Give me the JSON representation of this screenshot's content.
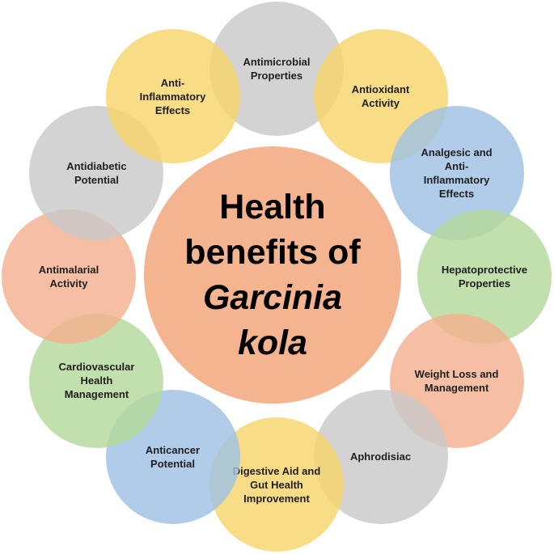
{
  "center": {
    "line1": "Health",
    "line2": "benefits of",
    "line3": "Garcinia",
    "line4": "kola"
  },
  "benefits": [
    {
      "label": "Antimicrobial\nProperties",
      "color": "#c9c9c9"
    },
    {
      "label": "Antioxidant\nActivity",
      "color": "#f7d46b"
    },
    {
      "label": "Analgesic and\nAnti-\nInflammatory\nEffects",
      "color": "#9fc1e4"
    },
    {
      "label": "Hepatoprotective\nProperties",
      "color": "#b5d99c"
    },
    {
      "label": "Weight Loss and\nManagement",
      "color": "#f4b08d"
    },
    {
      "label": "Aphrodisiac",
      "color": "#c9c9c9"
    },
    {
      "label": "Digestive Aid and\nGut Health\nImprovement",
      "color": "#f7d46b"
    },
    {
      "label": "Anticancer\nPotential",
      "color": "#9fc1e4"
    },
    {
      "label": "Cardiovascular\nHealth\nManagement",
      "color": "#b5d99c"
    },
    {
      "label": "Antimalarial\nActivity",
      "color": "#f4b08d"
    },
    {
      "label": "Antidiabetic\nPotential",
      "color": "#c9c9c9"
    },
    {
      "label": "Anti-\nInflammatory\nEffects",
      "color": "#f7d46b"
    }
  ]
}
